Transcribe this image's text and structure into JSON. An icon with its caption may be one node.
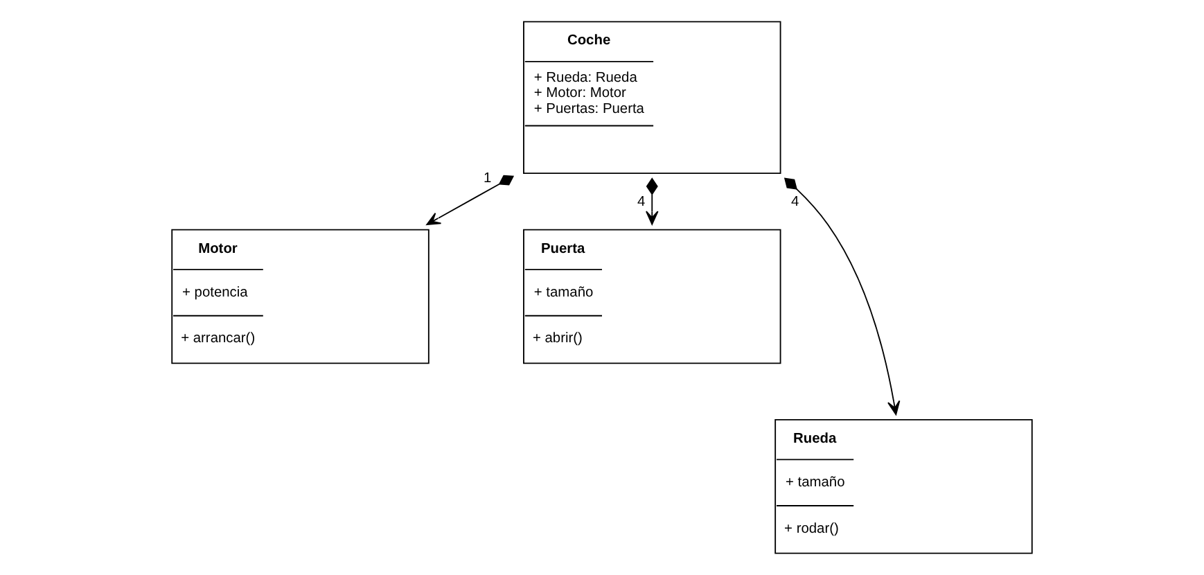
{
  "diagram": {
    "nodes": [
      {
        "text": [
          "Coche",
          "+ Rueda: Rueda",
          "+ Motor: Motor",
          "+ Puertas: Puerta"
        ]
      },
      {
        "text": [
          "Motor",
          "+ potencia",
          "+ arrancar()"
        ]
      },
      {
        "text": [
          "Puerta",
          "+ tamaño",
          "+ abrir()"
        ]
      },
      {
        "text": [
          "Rueda",
          "+ tamaño",
          "+ rodar()"
        ]
      }
    ],
    "edges": [
      {
        "from": 0,
        "to": 1,
        "arrow": "to",
        "label": "1"
      },
      {
        "from": 0,
        "to": 3,
        "arrow": "to",
        "label": "4"
      },
      {
        "from": 0,
        "to": 2,
        "arrow": "to",
        "label": "4"
      }
    ]
  }
}
